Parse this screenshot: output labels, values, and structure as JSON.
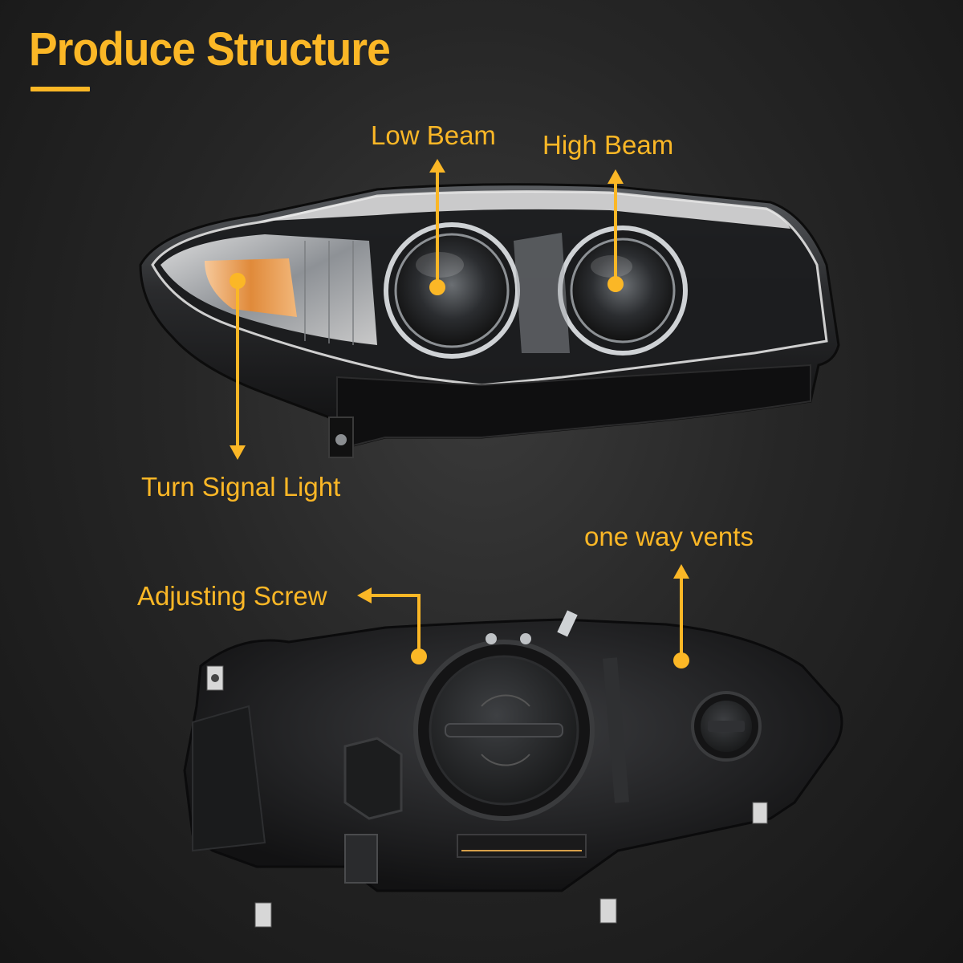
{
  "title": "Produce Structure",
  "labels": {
    "low_beam": "Low Beam",
    "high_beam": "High Beam",
    "turn_signal": "Turn Signal Light",
    "one_way_vents": "one way vents",
    "adjusting_screw": "Adjusting Screw"
  },
  "colors": {
    "accent": "#fbb726",
    "background": "#262626"
  }
}
